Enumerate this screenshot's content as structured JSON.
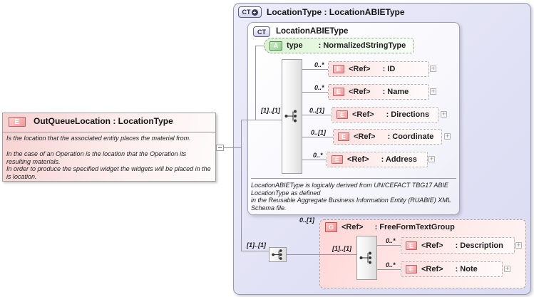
{
  "diagram": {
    "left_element": {
      "badge": "E",
      "title": "OutQueueLocation : LocationType",
      "docs": [
        "Is the location that the associated entity places the material from.",
        "In the case of an Operation is the location that the Operation its resulting materials.",
        "In order to produce the specified widget the widgets will be placed in the is location."
      ]
    },
    "outer_type": {
      "badge": "CT",
      "plus": "+",
      "title": "LocationType : LocationABIEType"
    },
    "inner_type": {
      "badge": "CT",
      "title": "LocationABIEType",
      "attribute": {
        "badge": "A",
        "name": "type",
        "type": ": NormalizedStringType"
      },
      "sequence_cardinality": "[1]..[1]",
      "elements": [
        {
          "badge": "E",
          "ref": "<Ref>",
          "name": ": ID",
          "cardinality": "0..*"
        },
        {
          "badge": "E",
          "ref": "<Ref>",
          "name": ": Name",
          "cardinality": "0..*"
        },
        {
          "badge": "E",
          "ref": "<Ref>",
          "name": ": Directions",
          "cardinality": "0..[1]"
        },
        {
          "badge": "E",
          "ref": "<Ref>",
          "name": ": Coordinate",
          "cardinality": "0..[1]"
        },
        {
          "badge": "E",
          "ref": "<Ref>",
          "name": ": Address",
          "cardinality": "0..*"
        }
      ],
      "docs": [
        "LocationABIEType is logically derived from UN/CEFACT TBG17 ABIE",
        "LocationType as defined",
        "in the Reusable Aggregate Business Information Entity (RUABIE) XML",
        "Schema file."
      ]
    },
    "group": {
      "badge": "G",
      "ref": "<Ref>",
      "name": ": FreeFormTextGroup",
      "cardinality": "0..[1]",
      "outer_sequence_cardinality": "[1]..[1]",
      "inner_sequence_cardinality": "[1]..[1]",
      "elements": [
        {
          "badge": "E",
          "ref": "<Ref>",
          "name": ": Description",
          "cardinality": "0..*"
        },
        {
          "badge": "E",
          "ref": "<Ref>",
          "name": ": Note",
          "cardinality": "0..*"
        }
      ]
    },
    "icons": {
      "collapse": "−",
      "expand": "+"
    },
    "colors": {
      "container_fill": "#e2e2f6",
      "element_pink": "#ee9a9a",
      "attribute_green": "#8fd08f",
      "group_pink": "#ffd6d6",
      "line": "#95959f"
    }
  }
}
